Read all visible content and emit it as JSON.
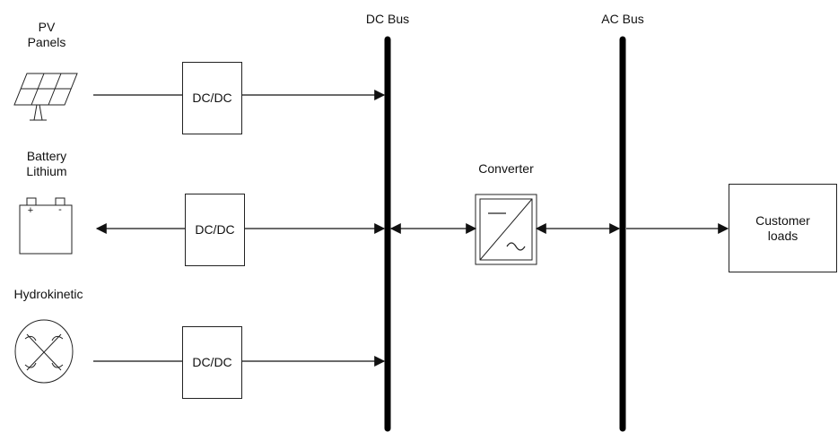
{
  "buses": {
    "dc": "DC Bus",
    "ac": "AC Bus"
  },
  "sources": {
    "pv": "PV\nPanels",
    "battery": "Battery\nLithium",
    "hydro": "Hydrokinetic"
  },
  "blocks": {
    "dcdc_pv": "DC/DC",
    "dcdc_battery": "DC/DC",
    "dcdc_hydro": "DC/DC",
    "converter": "Converter",
    "loads": "Customer\nloads"
  },
  "battery_terminals": {
    "positive": "+",
    "negative": "-"
  },
  "colors": {
    "line": "#111111",
    "bus": "#000000"
  }
}
